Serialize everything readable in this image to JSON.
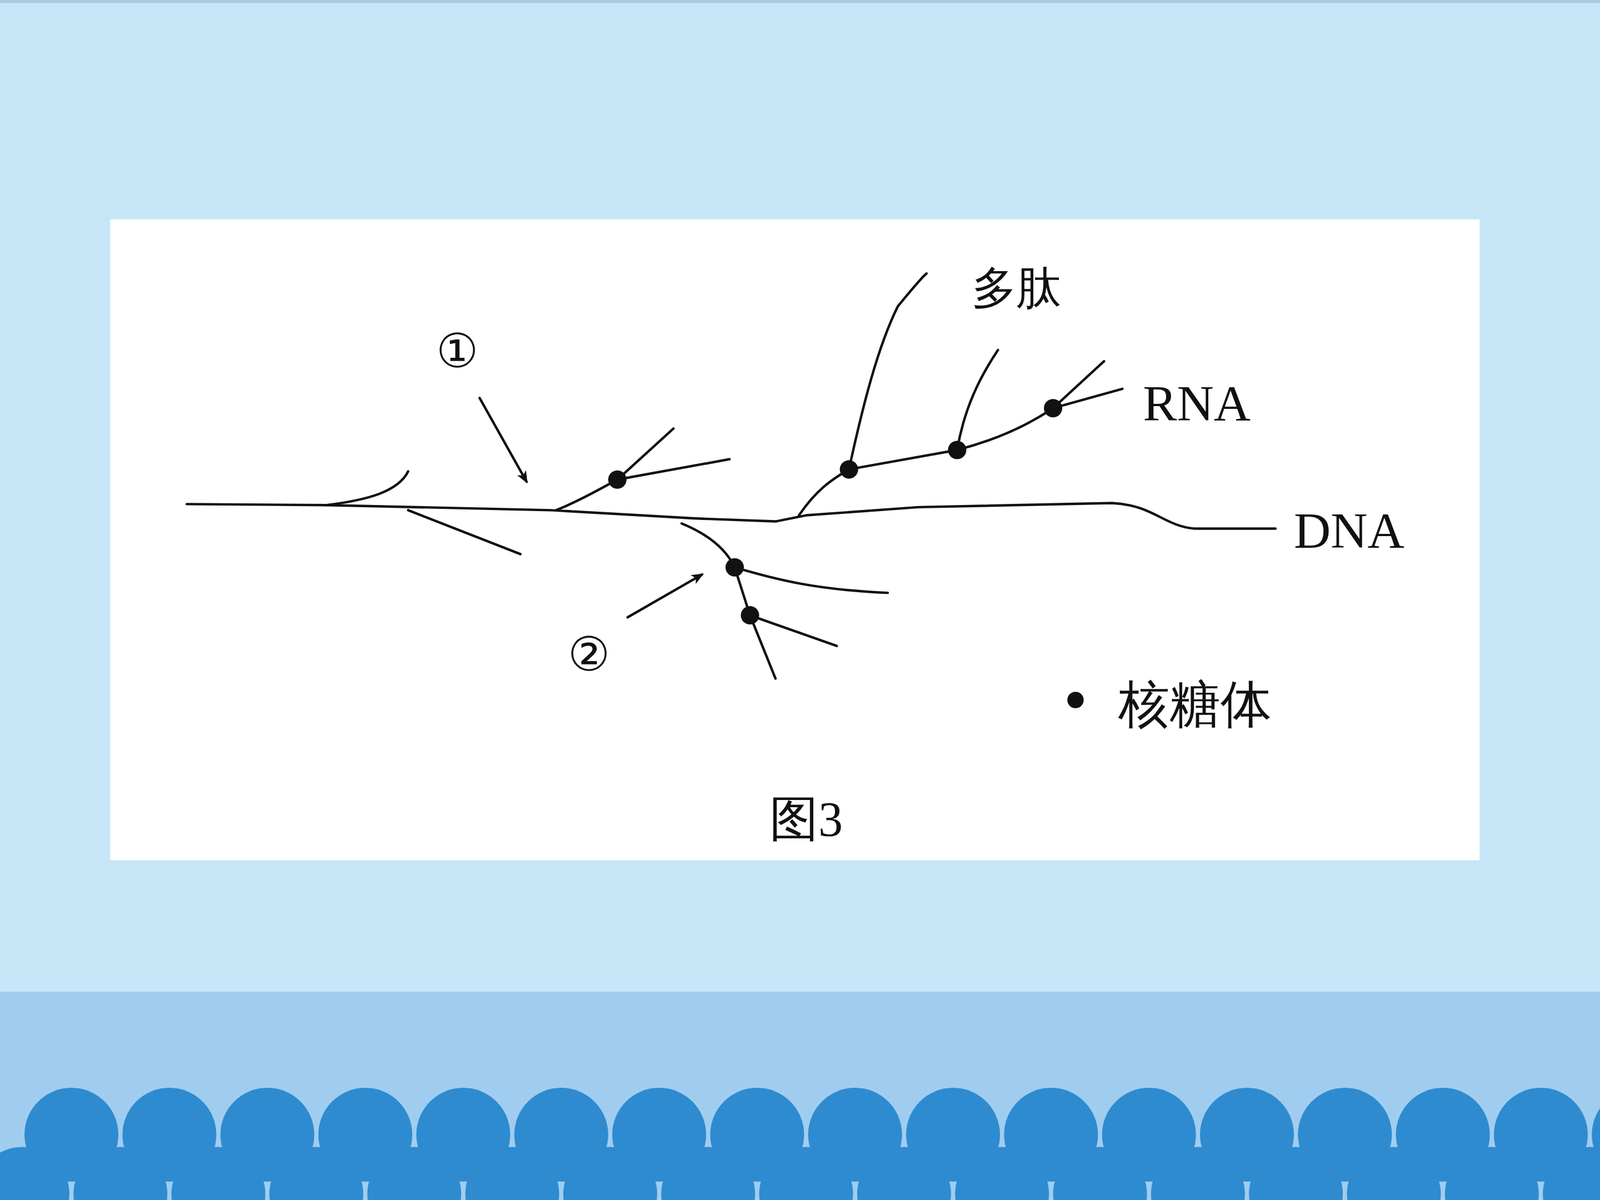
{
  "diagram": {
    "caption": "图3",
    "labels": [
      "①",
      "多肽",
      "RNA",
      "DNA",
      "②"
    ],
    "legend": [
      {
        "text": "核糖体"
      }
    ]
  }
}
